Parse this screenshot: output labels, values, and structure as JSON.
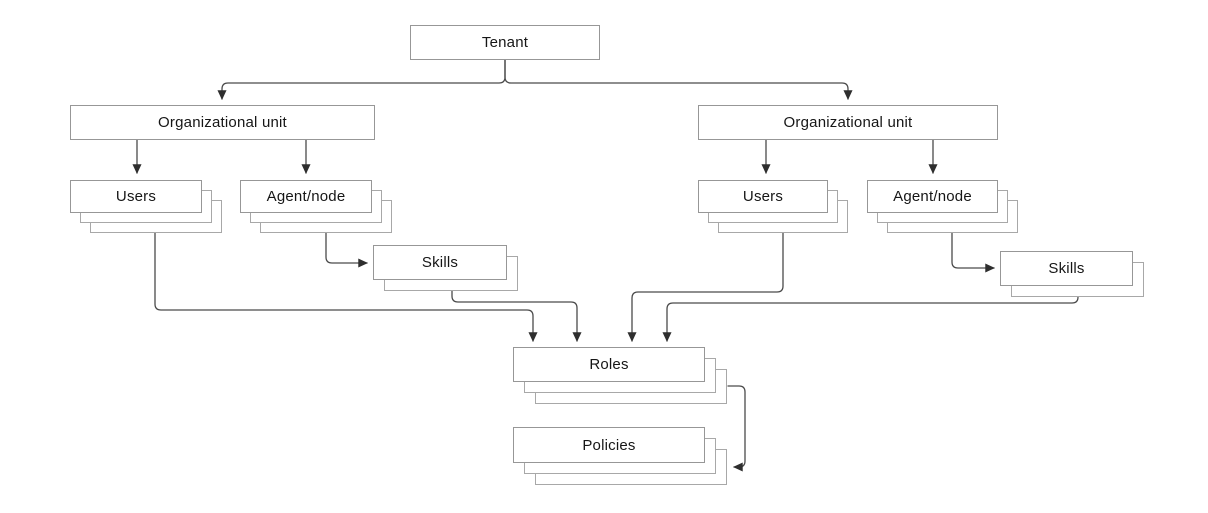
{
  "diagram": {
    "type": "hierarchy-diagram",
    "nodes": {
      "tenant": {
        "label": "Tenant",
        "stacked": false
      },
      "org_unit_left": {
        "label": "Organizational unit",
        "stacked": false
      },
      "org_unit_right": {
        "label": "Organizational unit",
        "stacked": false
      },
      "users_left": {
        "label": "Users",
        "stacked": true,
        "stack_layers": 3
      },
      "agent_node_left": {
        "label": "Agent/node",
        "stacked": true,
        "stack_layers": 3
      },
      "users_right": {
        "label": "Users",
        "stacked": true,
        "stack_layers": 3
      },
      "agent_node_right": {
        "label": "Agent/node",
        "stacked": true,
        "stack_layers": 3
      },
      "skills_left": {
        "label": "Skills",
        "stacked": true,
        "stack_layers": 2
      },
      "skills_right": {
        "label": "Skills",
        "stacked": true,
        "stack_layers": 2
      },
      "roles": {
        "label": "Roles",
        "stacked": true,
        "stack_layers": 3
      },
      "policies": {
        "label": "Policies",
        "stacked": true,
        "stack_layers": 3
      }
    },
    "edges": [
      {
        "from": "tenant",
        "to": "org_unit_left"
      },
      {
        "from": "tenant",
        "to": "org_unit_right"
      },
      {
        "from": "org_unit_left",
        "to": "users_left"
      },
      {
        "from": "org_unit_left",
        "to": "agent_node_left"
      },
      {
        "from": "org_unit_right",
        "to": "users_right"
      },
      {
        "from": "org_unit_right",
        "to": "agent_node_right"
      },
      {
        "from": "agent_node_left",
        "to": "skills_left"
      },
      {
        "from": "agent_node_right",
        "to": "skills_right"
      },
      {
        "from": "users_left",
        "to": "roles"
      },
      {
        "from": "skills_left",
        "to": "roles"
      },
      {
        "from": "users_right",
        "to": "roles"
      },
      {
        "from": "skills_right",
        "to": "roles"
      },
      {
        "from": "roles",
        "to": "policies"
      }
    ],
    "colors": {
      "background": "#ffffff",
      "box_border": "#979797",
      "stack_copy_border": "#a8a8a8",
      "connector": "#4a4a4a",
      "arrowhead": "#2e2e2e",
      "text": "#161616"
    }
  }
}
